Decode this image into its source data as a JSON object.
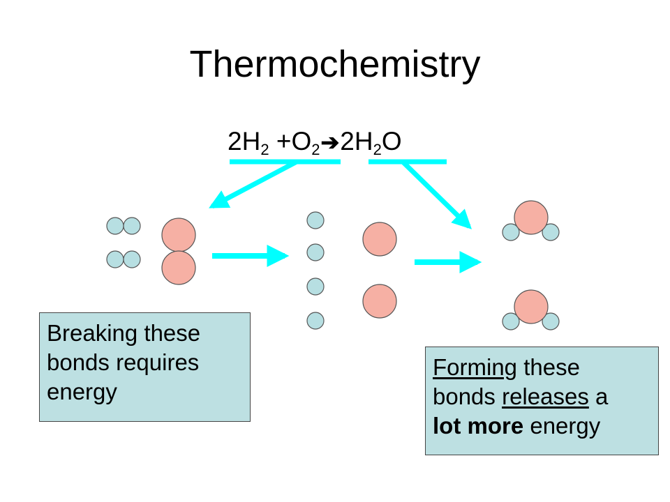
{
  "title": "Thermochemistry",
  "equation": {
    "coef_h2": "2H",
    "sub_h2": "2",
    "plus_o2": " +O",
    "sub_o2": "2",
    "arrow": "➔",
    "coef_h2o": "2H",
    "sub_h2o": "2",
    "o": "O"
  },
  "box_breaking": {
    "line1": "Breaking these",
    "line2": "bonds requires",
    "line3": "energy"
  },
  "box_forming": {
    "forming": "Forming",
    "these": " these",
    "bonds": "bonds ",
    "releases": "releases",
    "a": " a",
    "lot_more": "lot more",
    "energy": " energy"
  },
  "colors": {
    "hydrogen": "#b7dfe2",
    "oxygen": "#f6b0a4",
    "arrow": "#00ffff",
    "box_fill": "#bde0e2"
  }
}
